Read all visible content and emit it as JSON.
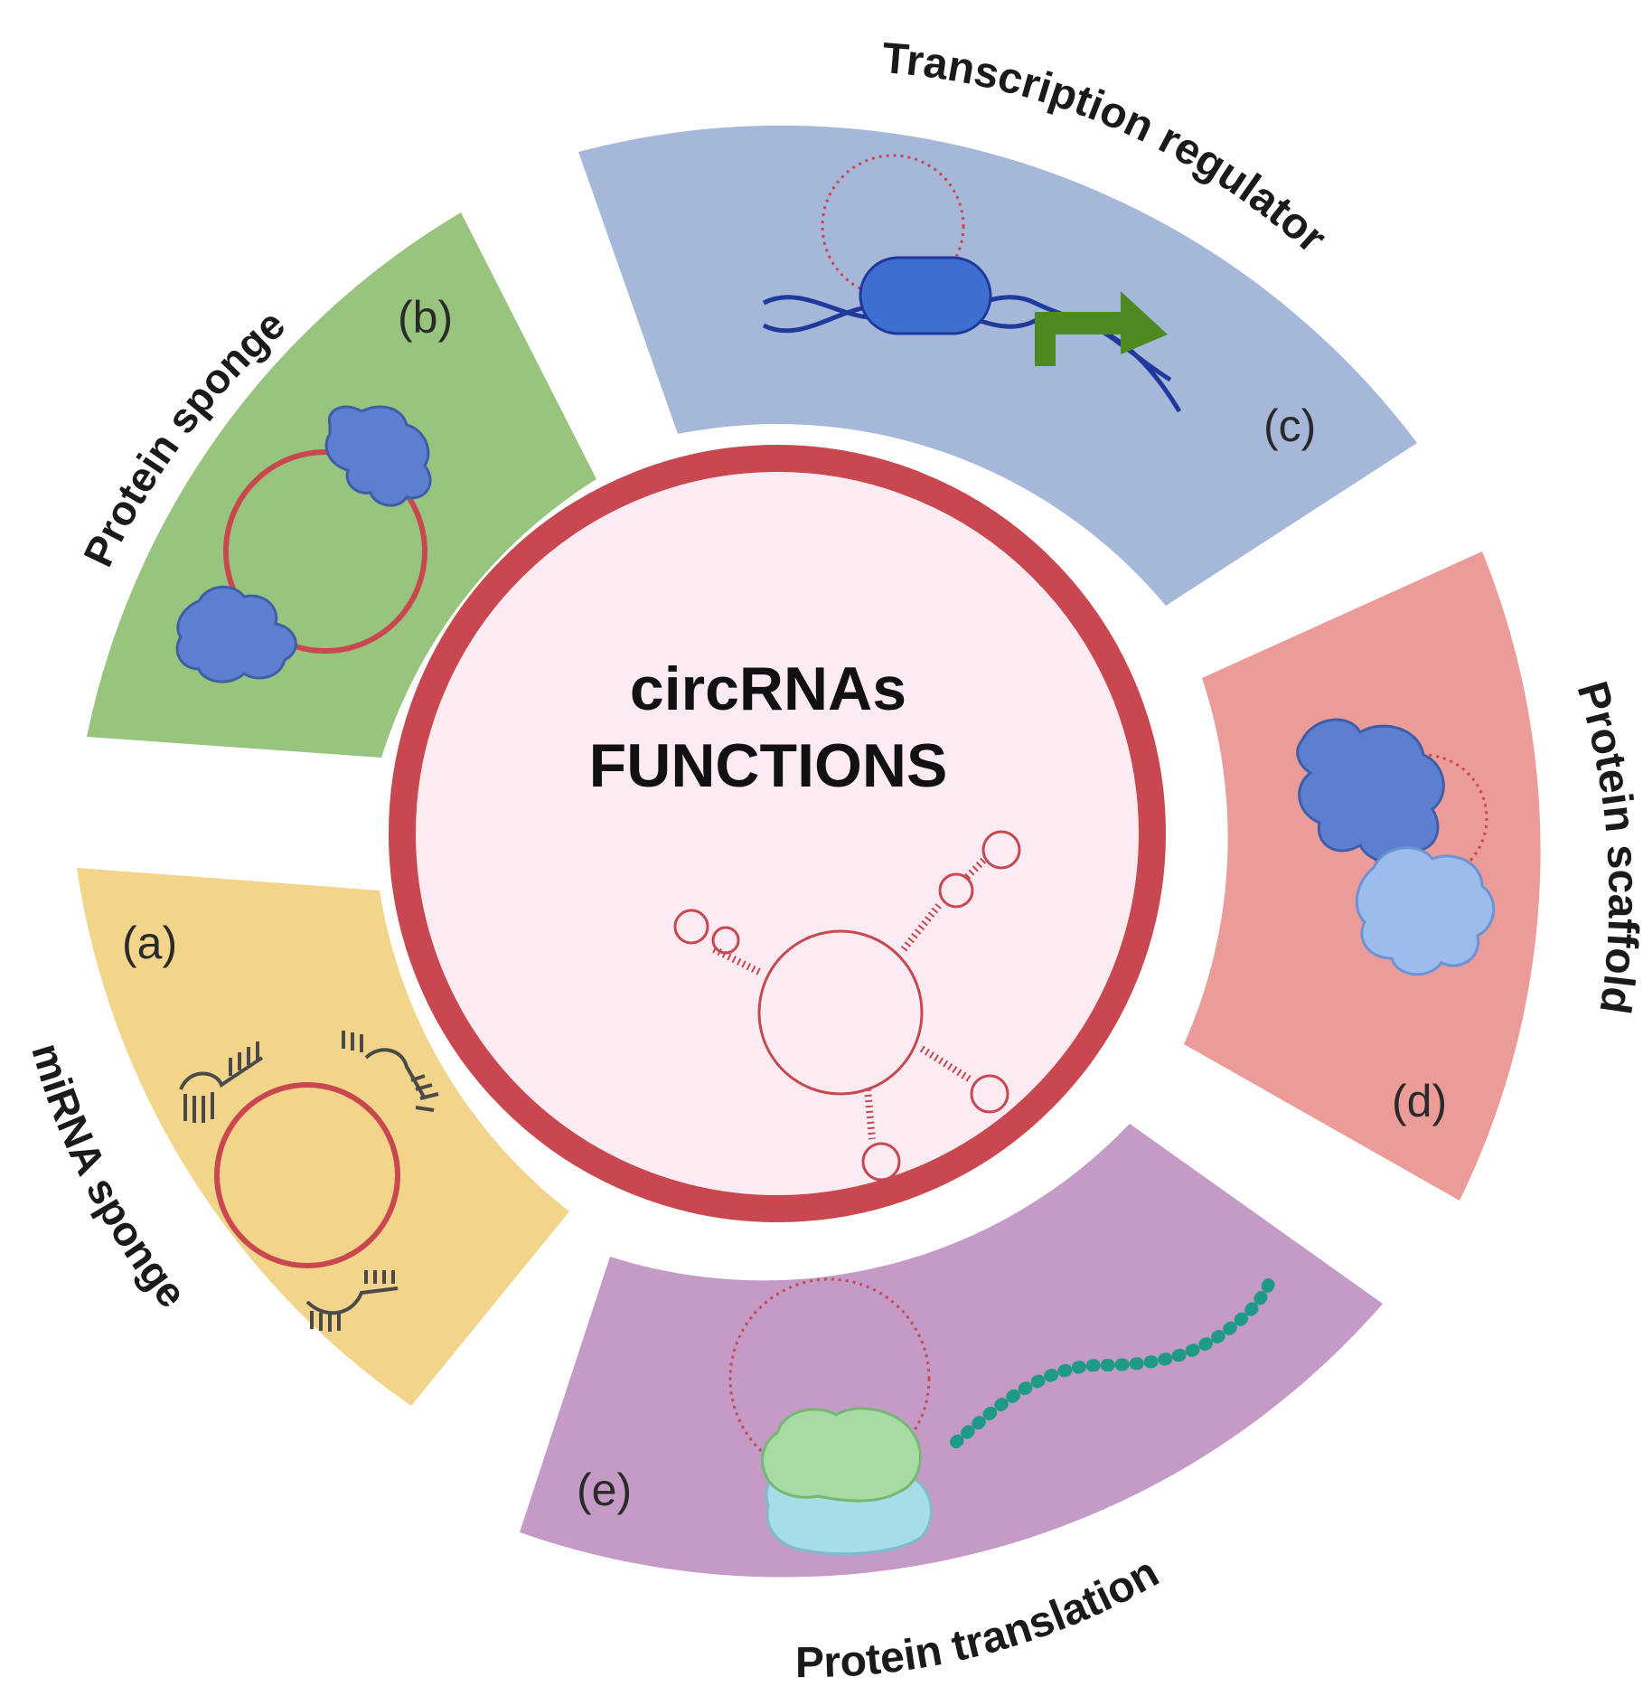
{
  "center": {
    "title_line1": "circRNAs",
    "title_line2": "FUNCTIONS"
  },
  "sectors": [
    {
      "key": "a",
      "letter": "(a)",
      "title": "miRNA sponge",
      "color": "#f2d48b"
    },
    {
      "key": "b",
      "letter": "(b)",
      "title": "Protein sponge",
      "color": "#98c47d"
    },
    {
      "key": "c",
      "letter": "(c)",
      "title": "Transcription regulator",
      "color": "#a5b8da"
    },
    {
      "key": "d",
      "letter": "(d)",
      "title": "Protein scaffold",
      "color": "#eb9c99"
    },
    {
      "key": "e",
      "letter": "(e)",
      "title": "Protein translation",
      "color": "#c49ac6"
    }
  ],
  "colors": {
    "circ_ring": "#c9484f",
    "center_fill": "#fcebf3",
    "rna_red": "#c9484f",
    "protein_blue": "#5c7fcf",
    "protein_light_blue": "#9cbcec",
    "dna_blue": "#1f3a9c",
    "arrow_green": "#4d8a1f",
    "mirna_gray": "#4a4a4a",
    "ribosome_green": "#a6dba3",
    "ribosome_cyan": "#a6dde8",
    "peptide_teal": "#1f9a86"
  }
}
